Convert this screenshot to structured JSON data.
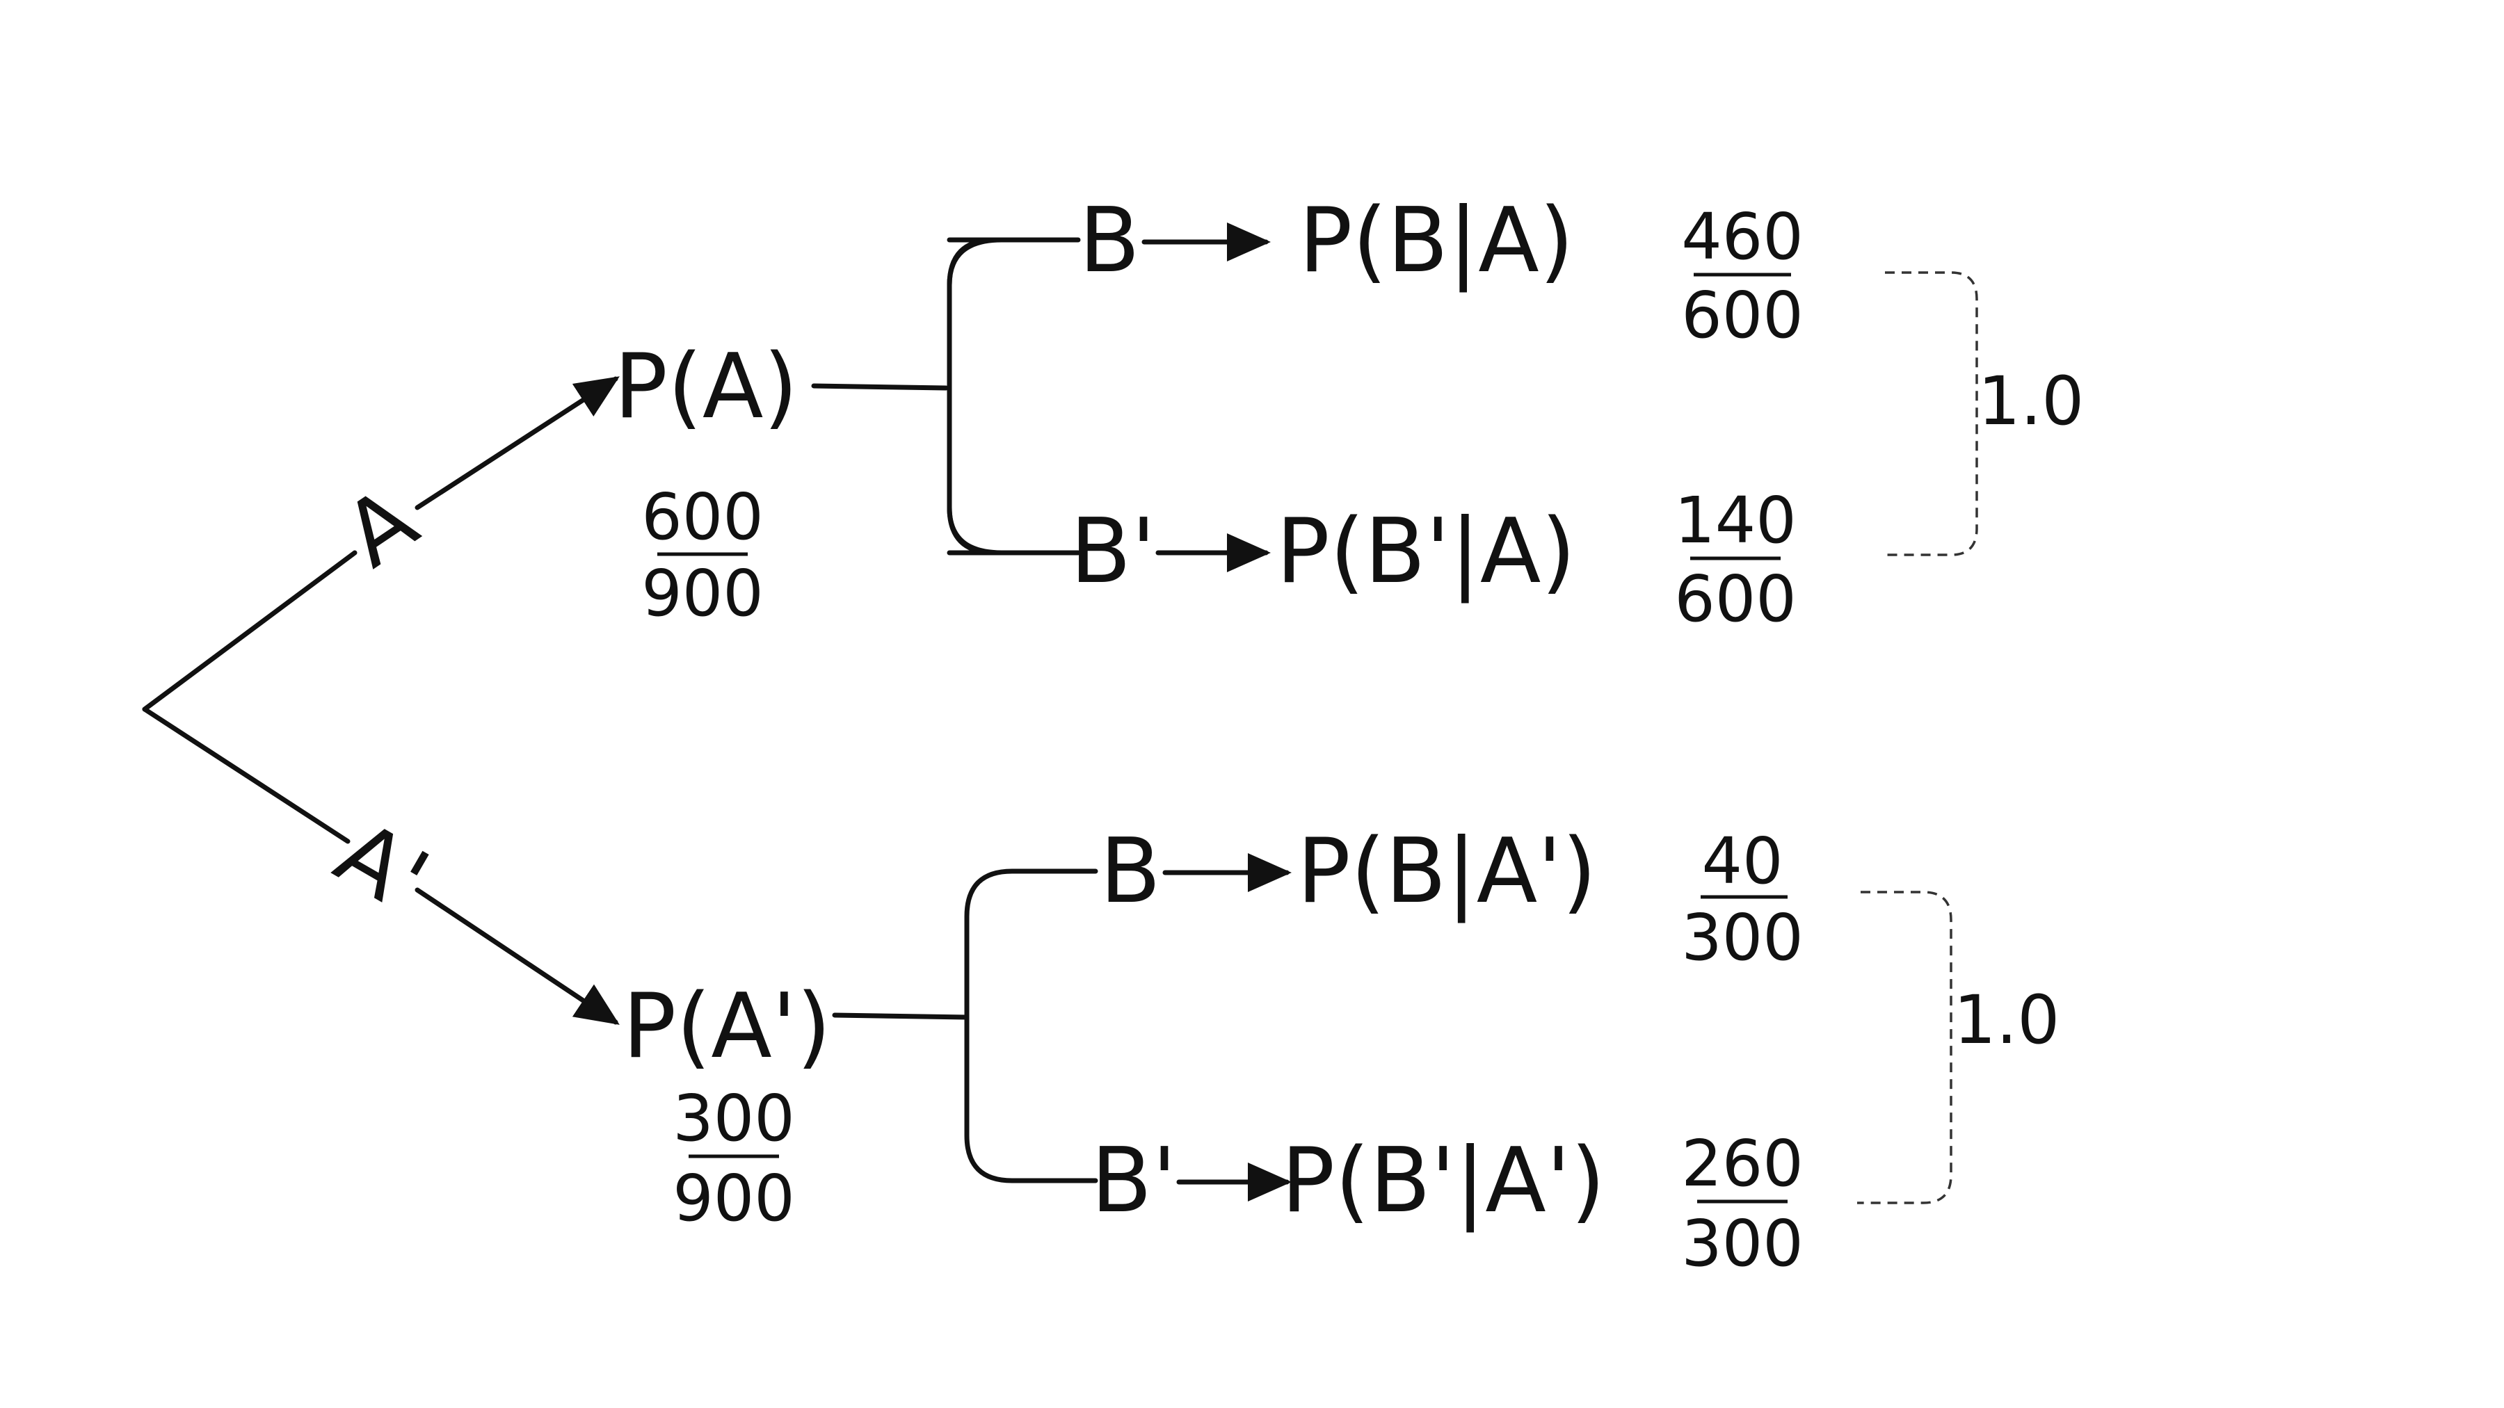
{
  "root_edges": {
    "upper": {
      "label": "A"
    },
    "lower": {
      "label": "A'"
    }
  },
  "nodes": {
    "pa": {
      "label": "P(A)",
      "num": "600",
      "den": "900"
    },
    "pna": {
      "label": "P(A')",
      "num": "300",
      "den": "900"
    }
  },
  "branches": {
    "b_given_a": {
      "event": "B",
      "prob": "P(B|A)",
      "num": "460",
      "den": "600"
    },
    "nb_given_a": {
      "event": "B'",
      "prob": "P(B'|A)",
      "num": "140",
      "den": "600"
    },
    "b_given_na": {
      "event": "B",
      "prob": "P(B|A')",
      "num": "40",
      "den": "300"
    },
    "nb_given_na": {
      "event": "B'",
      "prob": "P(B'|A')",
      "num": "260",
      "den": "300"
    }
  },
  "sums": {
    "upper": "1.0",
    "lower": "1.0"
  }
}
